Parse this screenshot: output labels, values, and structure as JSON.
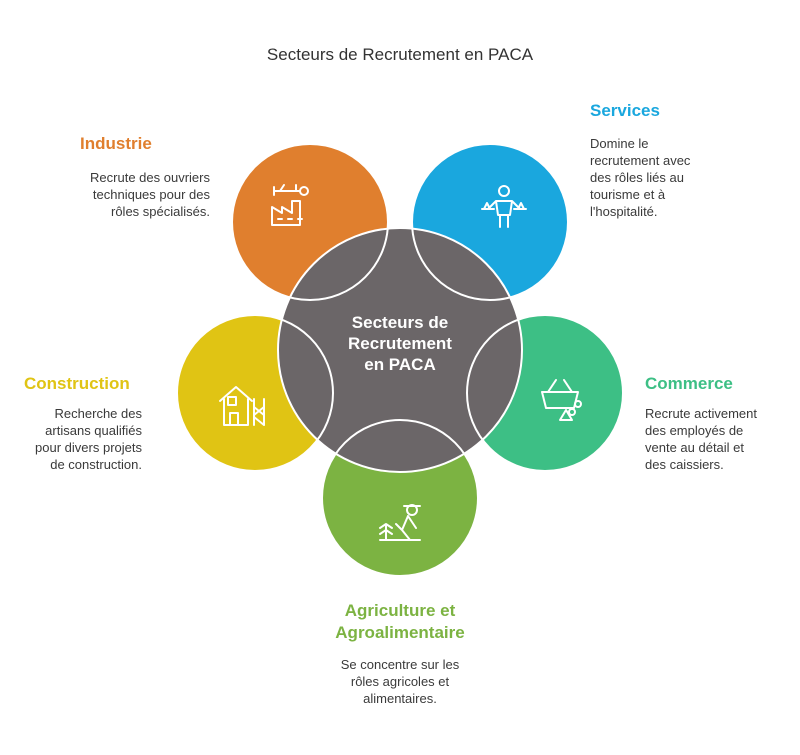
{
  "title": "Secteurs de Recrutement en PACA",
  "center": {
    "label": "Secteurs de\nRecrutement\nen PACA",
    "color": "#6b6668"
  },
  "sectors": [
    {
      "id": "industrie",
      "title": "Industrie",
      "color": "#e07f2e",
      "icon": "factory-icon",
      "description": "Recrute des ouvriers\ntechniques pour des\nrôles spécialisés."
    },
    {
      "id": "services",
      "title": "Services",
      "color": "#1aa7de",
      "icon": "worker-icon",
      "description": "Domine le\nrecrutement avec\ndes rôles liés au\ntourisme et à\nl'hospitalité."
    },
    {
      "id": "commerce",
      "title": "Commerce",
      "color": "#3dbf85",
      "icon": "shopping-basket-icon",
      "description": "Recrute activement\ndes employés de\nvente au détail et\ndes caissiers."
    },
    {
      "id": "agriculture",
      "title": "Agriculture et\nAgroalimentaire",
      "color": "#7cb342",
      "icon": "farmer-icon",
      "description": "Se concentre sur les\nrôles agricoles et\nalimentaires."
    },
    {
      "id": "construction",
      "title": "Construction",
      "color": "#e0c414",
      "icon": "house-construction-icon",
      "description": "Recherche des\nartisans qualifiés\npour divers projets\nde construction."
    }
  ]
}
